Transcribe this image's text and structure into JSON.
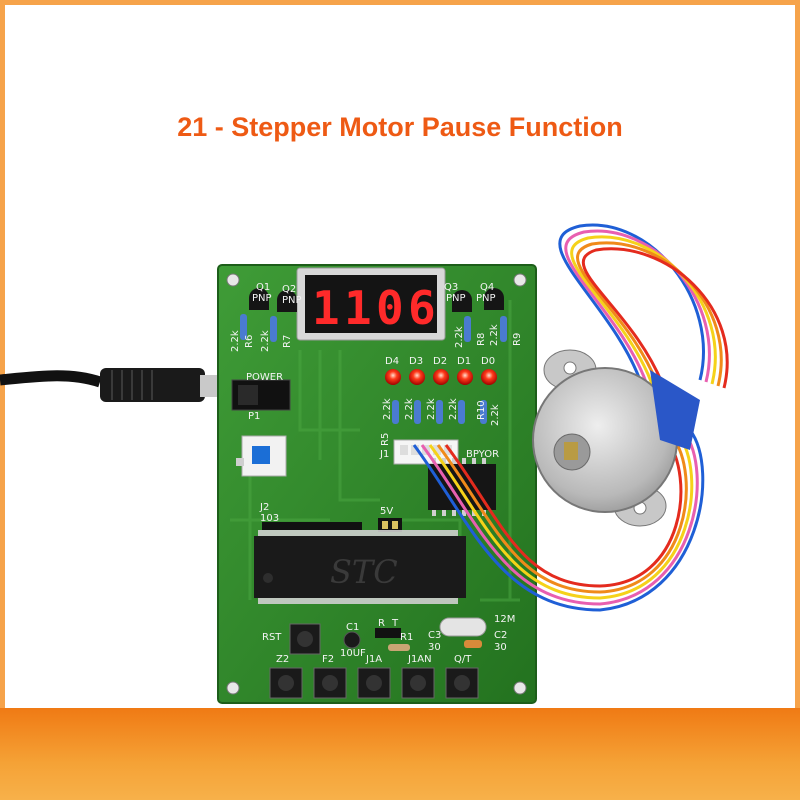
{
  "title": "21 - Stepper Motor Pause Function",
  "display": {
    "digits": [
      "1",
      "1",
      "0",
      "6"
    ]
  },
  "board": {
    "labels": {
      "q1": "Q1",
      "q2": "Q2",
      "q3": "Q3",
      "q4": "Q4",
      "pnp": "PNP",
      "r6": "R6",
      "r7": "R7",
      "r8": "R8",
      "r9": "R9",
      "r5": "R5",
      "r10": "R10",
      "res22k": "2.2k",
      "d4": "D4",
      "d3": "D3",
      "d2": "D2",
      "d1": "D1",
      "d0": "D0",
      "power": "POWER",
      "p1": "P1",
      "j1": "J1",
      "bpyor": "BPYOR",
      "j2": "J2",
      "j2val": "103",
      "v5": "5V",
      "rst": "RST",
      "c1": "C1",
      "c1val": "10UF",
      "r": "R",
      "t": "T",
      "r1": "R1",
      "c3": "C3",
      "c3val": "30",
      "c2": "C2",
      "c2val": "30",
      "xtal": "12M",
      "chip": "STC"
    },
    "buttons": [
      "Z2",
      "F2",
      "J1A",
      "J1AN",
      "Q/T"
    ]
  },
  "colors": {
    "accent": "#ee5a14",
    "pcb": "#2f8a2c",
    "band": "#f5a236",
    "led": "#ff2a2a"
  }
}
